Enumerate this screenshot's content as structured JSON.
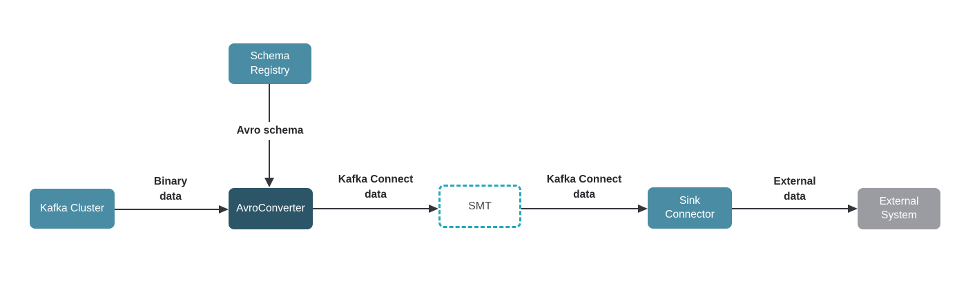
{
  "diagram": {
    "nodes": {
      "schema_registry": {
        "label": "Schema\nRegistry"
      },
      "kafka_cluster": {
        "label": "Kafka Cluster"
      },
      "avro_converter": {
        "label": "AvroConverter"
      },
      "smt": {
        "label": "SMT"
      },
      "sink_connector": {
        "label": "Sink\nConnector"
      },
      "external_system": {
        "label": "External\nSystem"
      }
    },
    "edge_labels": {
      "avro_schema": "Avro schema",
      "binary_data": "Binary\ndata",
      "kafka_connect_data_1": "Kafka Connect\ndata",
      "kafka_connect_data_2": "Kafka Connect\ndata",
      "external_data": "External\ndata"
    },
    "colors": {
      "node_teal": "#4A8CA4",
      "node_dark": "#2C5567",
      "node_gray": "#9B9CA1",
      "smt_border": "#22A7BC",
      "smt_text": "#41474C",
      "arrow": "#33373C",
      "label_text": "#26282B",
      "background": "#ffffff"
    }
  }
}
